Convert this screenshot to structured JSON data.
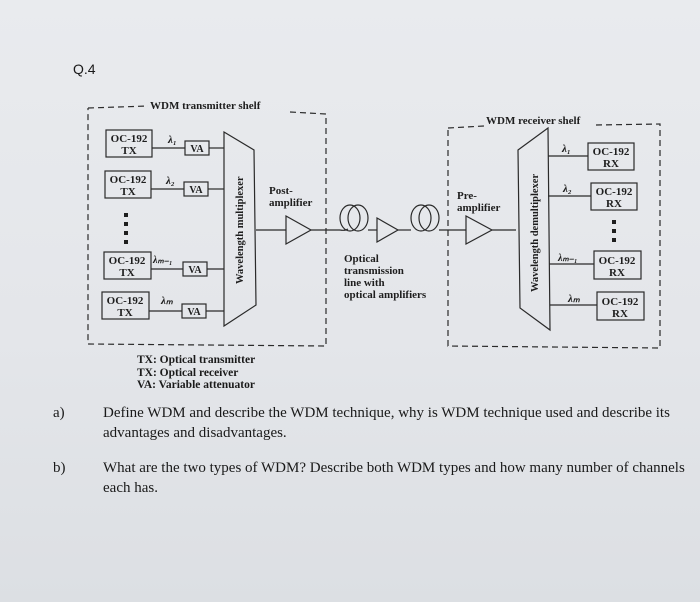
{
  "question_number": "Q.4",
  "diagram": {
    "transmitter_shelf_title": "WDM transmitter shelf",
    "receiver_shelf_title": "WDM receiver shelf",
    "transmitters": [
      {
        "line1": "OC-192",
        "line2": "TX",
        "lambda": "λ₁",
        "attenuator": "VA"
      },
      {
        "line1": "OC-192",
        "line2": "TX",
        "lambda": "λ₂",
        "attenuator": "VA"
      },
      {
        "line1": "OC-192",
        "line2": "TX",
        "lambda": "λₘ₋₁",
        "attenuator": "VA"
      },
      {
        "line1": "OC-192",
        "line2": "TX",
        "lambda": "λₘ",
        "attenuator": "VA"
      }
    ],
    "receivers": [
      {
        "line1": "OC-192",
        "line2": "RX",
        "lambda": "λ₁"
      },
      {
        "line1": "OC-192",
        "line2": "RX",
        "lambda": "λ₂"
      },
      {
        "line1": "OC-192",
        "line2": "RX",
        "lambda": "λₘ₋₁"
      },
      {
        "line1": "OC-192",
        "line2": "RX",
        "lambda": "λₘ"
      }
    ],
    "multiplexer_label": "Wavelength multiplexer",
    "demultiplexer_label": "Wavelength demultiplexer",
    "post_amplifier": [
      "Post-",
      "amplifier"
    ],
    "pre_amplifier": [
      "Pre-",
      "amplifier"
    ],
    "line_label": [
      "Optical",
      "transmission",
      "line with",
      "optical amplifiers"
    ]
  },
  "legend": [
    "TX: Optical transmitter",
    "TX: Optical receiver",
    "VA: Variable attenuator"
  ],
  "questions": [
    {
      "label": "a)",
      "text": "Define WDM and describe the WDM technique, why is WDM technique used and describe its advantages and disadvantages."
    },
    {
      "label": "b)",
      "text": "What are the two types of WDM? Describe both WDM types and how many number of channels each has."
    }
  ]
}
